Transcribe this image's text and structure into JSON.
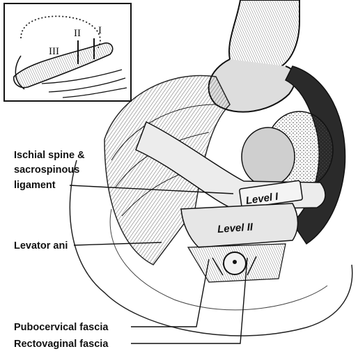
{
  "inset": {
    "roman_labels": {
      "one": "I",
      "two": "II",
      "three": "III"
    }
  },
  "level_labels": {
    "level1": "Level I",
    "level2": "Level II"
  },
  "callouts": {
    "ischial_line1": "Ischial spine &",
    "ischial_line2": "sacrospinous",
    "ischial_line3": "ligament",
    "levator": "Levator ani",
    "pubocervical": "Pubocervical fascia",
    "rectovaginal": "Rectovaginal fascia"
  },
  "colors": {
    "ink": "#111111",
    "paper": "#ffffff",
    "shade": "#9a9a9a"
  }
}
